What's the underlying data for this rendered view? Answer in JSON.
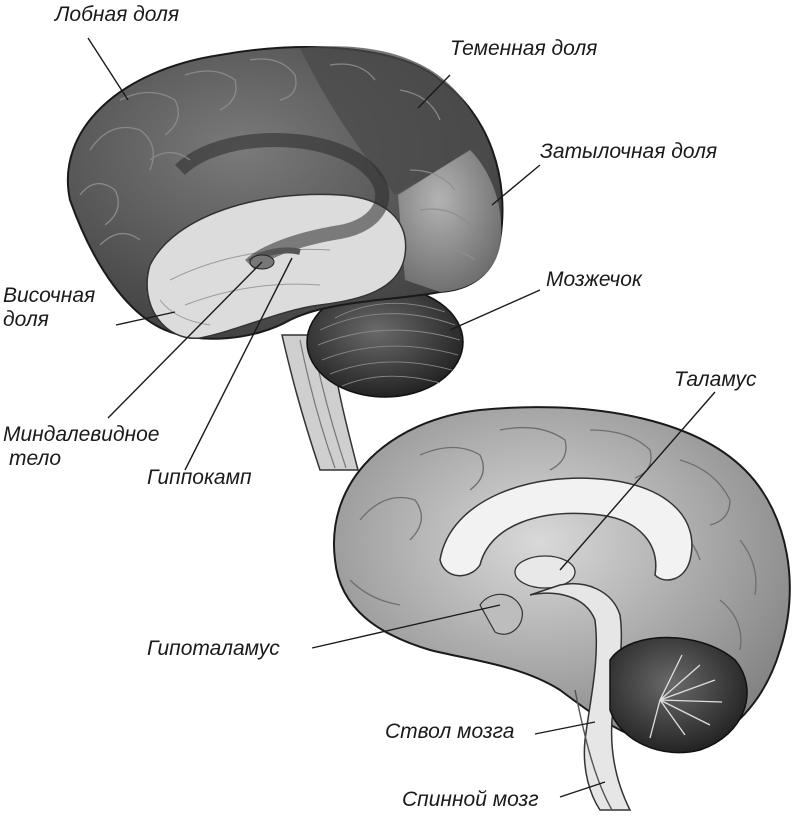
{
  "labels": {
    "frontal": "Лобная доля",
    "parietal": "Теменная доля",
    "occipital": "Затылочная доля",
    "temporal_1": "Височная",
    "temporal_2": "доля",
    "cerebellum": "Мозжечок",
    "amygdala_1": "Миндалевидное",
    "amygdala_2": "тело",
    "hippocampus": "Гиппокамп",
    "thalamus": "Таламус",
    "hypothalamus": "Гипоталамус",
    "brainstem": "Ствол мозга",
    "spinal_cord": "Спинной мозг"
  },
  "colors": {
    "dark_lobe": "#5d5d5d",
    "mid_lobe": "#8a8a8a",
    "light_lobe": "#d6d6d6",
    "line": "#1a1a1a"
  }
}
